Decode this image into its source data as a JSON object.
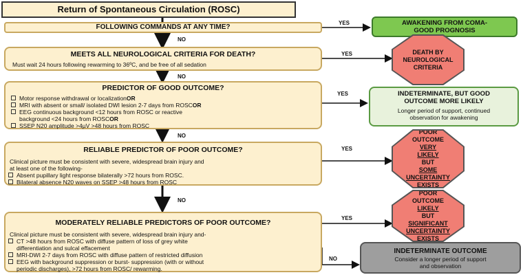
{
  "title": "Return of Spontaneous Circulation (ROSC)",
  "q1": {
    "heading": "FOLLOWING COMMANDS AT ANY TIME?"
  },
  "q2": {
    "heading": "MEETS ALL NEUROLOGICAL CRITERIA FOR DEATH?",
    "note": "Must wait 24 hours following rewarming to 36ºC, and be free of all sedation"
  },
  "q3": {
    "heading": "PREDICTOR OF GOOD OUTCOME?",
    "items": [
      [
        "Motor response withdrawal or localization ",
        "OR"
      ],
      [
        "MRI with absent or small/ isolated DWI lesion 2-7 days from ROSC ",
        "OR"
      ],
      [
        "EEG continuous background <12 hours from ROSC or reactive",
        ""
      ],
      [
        "background <24 hours from ROSC ",
        "OR"
      ],
      [
        "SSEP N20 amplitude >4µV >48 hours from ROSC",
        ""
      ]
    ]
  },
  "q4": {
    "heading": "RELIABLE PREDICTOR OF POOR OUTCOME?",
    "intro1": "Clinical picture must be consistent with severe, widespread brain injury and",
    "intro2": "at least one of the following-",
    "items": [
      "Absent pupillary light response bilaterally >72 hours from ROSC.",
      "Bilateral absence N20 waves on SSEP >48 hours from ROSC"
    ]
  },
  "q5": {
    "heading": "MODERATELY RELIABLE PREDICTORS OF POOR OUTCOME?",
    "intro": "Clinical picture must be consistent with severe, widespread brain injury and-",
    "items": [
      "CT >48 hours from ROSC with diffuse pattern of loss of grey white",
      "differentiation and sulcal effacement",
      "MRI-DWI  2-7 days from ROSC with diffuse pattern of restricted diffusion",
      "EEG with background suppression or burst- suppression (with or without",
      "periodic discharges), >72 hours from ROSC/ rewarming."
    ]
  },
  "labels": {
    "yes": "YES",
    "no": "NO"
  },
  "outcomes": {
    "awakening": [
      "AWAKENING FROM COMA-",
      "GOOD PROGNOSIS"
    ],
    "death": [
      "DEATH BY",
      "NEUROLOGICAL",
      "CRITERIA"
    ],
    "good": {
      "h1": "INDETERMINATE, BUT GOOD",
      "h2": "OUTCOME MORE LIKELY",
      "s1": "Longer period of support, continued",
      "s2": "observation for awakening"
    },
    "poor_very": [
      "POOR",
      "OUTCOME ",
      "VERY",
      "LIKELY",
      " BUT",
      "SOME",
      "UNCERTAINTY",
      "EXISTS"
    ],
    "poor_likely": [
      "POOR",
      "OUTCOME",
      "LIKELY",
      " BUT",
      "SIGNIFICANT",
      "UNCERTAINTY",
      "EXISTS"
    ],
    "indeterminate": {
      "h": "INDETERMINATE OUTCOME",
      "s1": "Consider a longer period of support",
      "s2": "and observation"
    }
  },
  "colors": {
    "question_fill": "#fdf0cf",
    "green": "#7ec850",
    "octagon": "#f07e74",
    "grey": "#9e9e9e"
  }
}
